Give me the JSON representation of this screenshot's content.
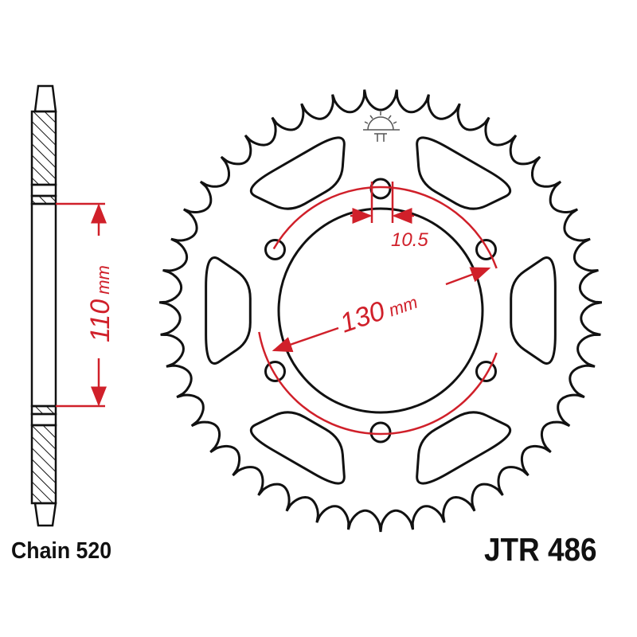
{
  "labels": {
    "chain": "Chain 520",
    "model": "JTR 486",
    "hub_width": "110",
    "hub_width_unit": "mm",
    "bolt_circle": "130",
    "bolt_circle_unit": "mm",
    "bolt_hole": "10.5"
  },
  "colors": {
    "outline": "#111111",
    "dimension": "#d0202a"
  }
}
